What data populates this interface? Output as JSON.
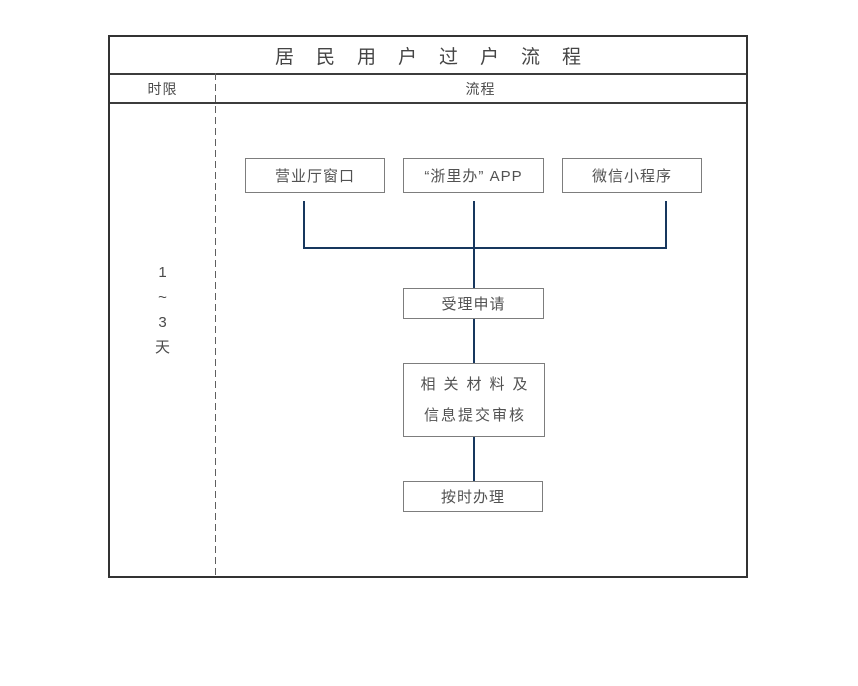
{
  "table": {
    "title": "居民用户过户流程",
    "header": {
      "time_column": "时限",
      "flow_column": "流程"
    },
    "time_limit": {
      "line1": "1",
      "line2": "~",
      "line3": "3",
      "line4": "天"
    },
    "flow": {
      "channels": [
        {
          "label": "营业厅窗口"
        },
        {
          "label": "“浙里办” APP"
        },
        {
          "label": "微信小程序"
        }
      ],
      "steps": {
        "accept": "受理申请",
        "materials_line1": "相关材料及",
        "materials_line2": "信息提交审核",
        "handle": "按时办理"
      }
    }
  },
  "colors": {
    "connector": "#17375e",
    "box_border": "#7d7d7d",
    "table_border": "#333333",
    "text": "#4d4d4d"
  }
}
